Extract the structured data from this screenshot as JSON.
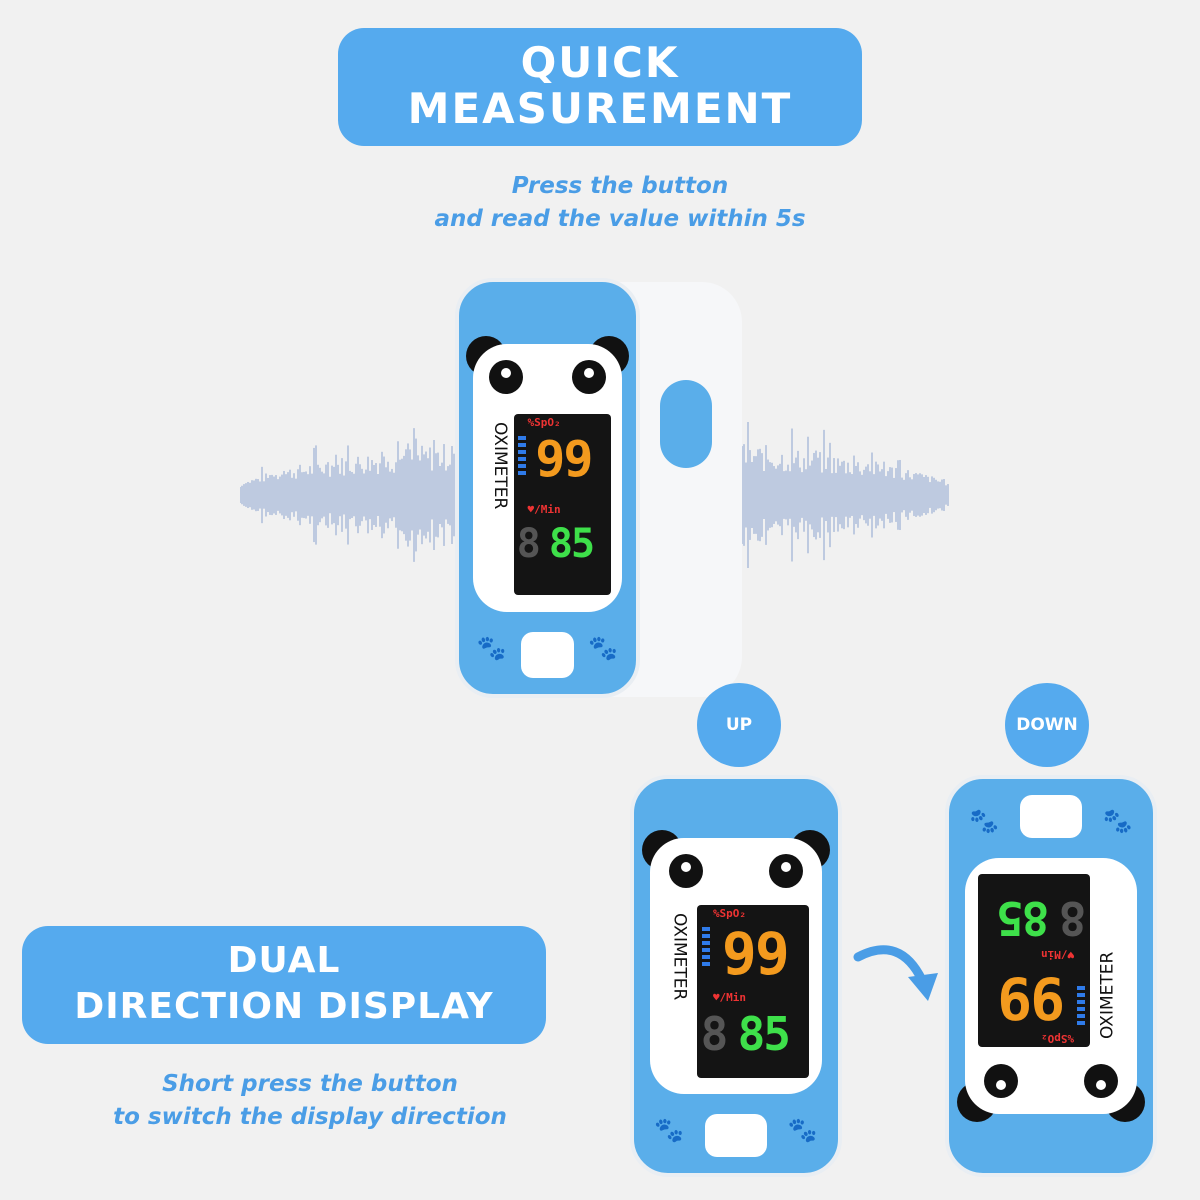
{
  "header": {
    "title_line1": "QUICK",
    "title_line2": "MEASUREMENT",
    "subtitle_line1": "Press the button",
    "subtitle_line2": "and read the value within 5s"
  },
  "direction": {
    "up_label": "UP",
    "down_label": "DOWN"
  },
  "footer": {
    "title_line1": "DUAL",
    "title_line2": "DIRECTION DISPLAY",
    "subtitle_line1": "Short press the button",
    "subtitle_line2": "to switch the display direction"
  },
  "device": {
    "brand": "OXIMETER",
    "spo2_label": "%SpO₂",
    "pulse_label": "♥/Min",
    "spo2_value": "99",
    "pulse_value": "85",
    "pulse_leading": "8"
  },
  "colors": {
    "accent": "#55aaee",
    "spo2": "#f39a1e",
    "pulse": "#3ee04a"
  }
}
